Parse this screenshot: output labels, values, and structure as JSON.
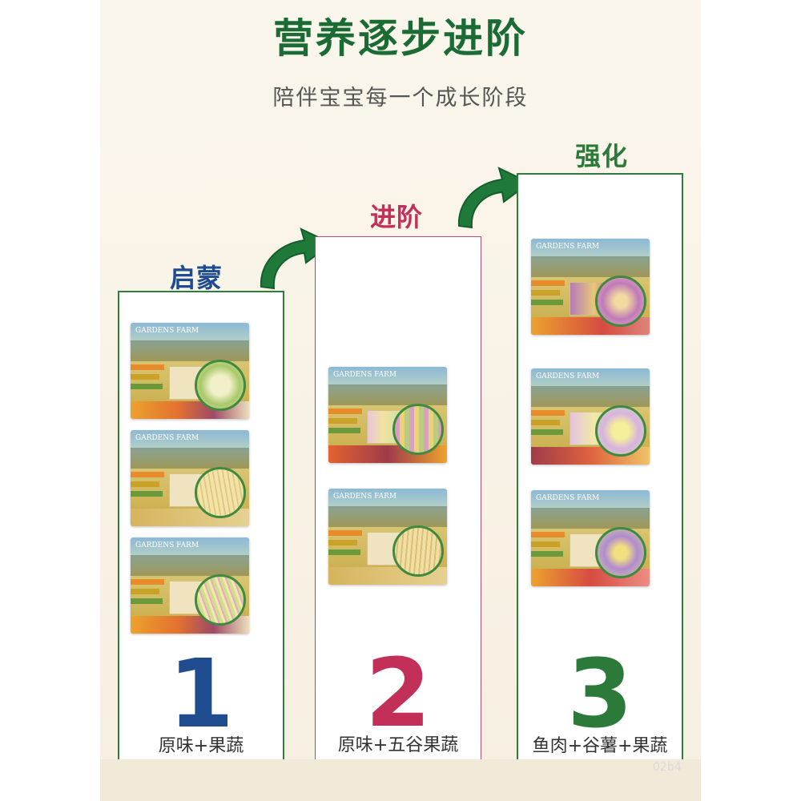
{
  "header": {
    "title": "营养逐步进阶",
    "subtitle": "陪伴宝宝每一个成长阶段"
  },
  "stages": [
    {
      "label": "启蒙",
      "number": "1",
      "description": "原味+果蔬",
      "color": "#1f4b8f",
      "border": "#2e7d3c",
      "products": [
        {
          "brand": "GARDENS FARM",
          "image": "star-pasta"
        },
        {
          "brand": "GARDENS FARM",
          "image": "plain-noodles"
        },
        {
          "brand": "GARDENS FARM",
          "image": "vegetable-noodles"
        }
      ]
    },
    {
      "label": "进阶",
      "number": "2",
      "description": "原味+五谷果蔬",
      "color": "#c2305a",
      "border": "#b24a72",
      "products": [
        {
          "brand": "GARDENS FARM",
          "image": "colored-noodles"
        },
        {
          "brand": "GARDENS FARM",
          "image": "grain-noodles"
        }
      ]
    },
    {
      "label": "强化",
      "number": "3",
      "description": "鱼肉+谷薯+果蔬",
      "color": "#2b7a3a",
      "border": "#2e7d3c",
      "products": [
        {
          "brand": "GARDENS FARM",
          "image": "shell-pasta"
        },
        {
          "brand": "GARDENS FARM",
          "image": "animal-pasta"
        },
        {
          "brand": "GARDENS FARM",
          "image": "bowtie-pasta"
        }
      ]
    }
  ],
  "watermark": "02b4"
}
